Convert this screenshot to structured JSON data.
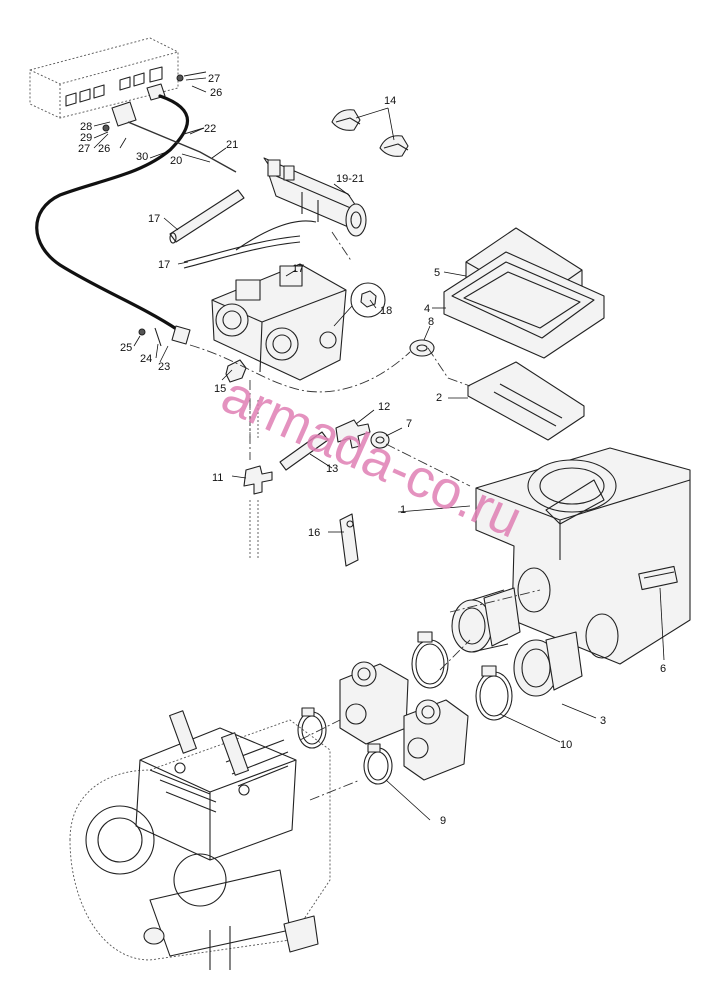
{
  "watermark": "armada-co.ru",
  "colors": {
    "watermark": "#e07fb4",
    "line": "#222222",
    "background": "#ffffff"
  },
  "callouts": [
    {
      "id": "1",
      "text": "1"
    },
    {
      "id": "2",
      "text": "2"
    },
    {
      "id": "3",
      "text": "3"
    },
    {
      "id": "4",
      "text": "4"
    },
    {
      "id": "5",
      "text": "5"
    },
    {
      "id": "6",
      "text": "6"
    },
    {
      "id": "7",
      "text": "7"
    },
    {
      "id": "8",
      "text": "8"
    },
    {
      "id": "9",
      "text": "9"
    },
    {
      "id": "10",
      "text": "10"
    },
    {
      "id": "11",
      "text": "11"
    },
    {
      "id": "12",
      "text": "12"
    },
    {
      "id": "13",
      "text": "13"
    },
    {
      "id": "14",
      "text": "14"
    },
    {
      "id": "15",
      "text": "15"
    },
    {
      "id": "16",
      "text": "16"
    },
    {
      "id": "17a",
      "text": "17"
    },
    {
      "id": "17b",
      "text": "17"
    },
    {
      "id": "17c",
      "text": "17"
    },
    {
      "id": "18",
      "text": "18"
    },
    {
      "id": "19-21",
      "text": "19-21"
    },
    {
      "id": "20",
      "text": "20"
    },
    {
      "id": "21",
      "text": "21"
    },
    {
      "id": "22",
      "text": "22"
    },
    {
      "id": "23",
      "text": "23"
    },
    {
      "id": "24",
      "text": "24"
    },
    {
      "id": "25",
      "text": "25"
    },
    {
      "id": "26a",
      "text": "26"
    },
    {
      "id": "26b",
      "text": "26"
    },
    {
      "id": "27a",
      "text": "27"
    },
    {
      "id": "27b",
      "text": "27"
    },
    {
      "id": "28",
      "text": "28"
    },
    {
      "id": "29",
      "text": "29"
    },
    {
      "id": "30",
      "text": "30"
    }
  ]
}
